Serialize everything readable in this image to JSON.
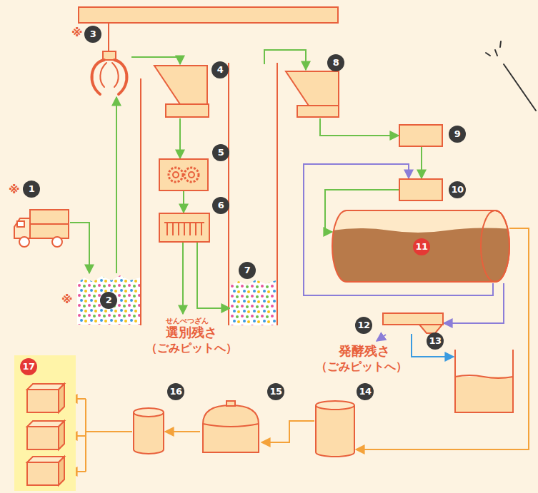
{
  "diagram": {
    "nodes": [
      {
        "text": [
          "1"
        ]
      },
      {
        "text": [
          "2"
        ]
      },
      {
        "text": [
          "3"
        ]
      },
      {
        "text": [
          "4"
        ]
      },
      {
        "text": [
          "5"
        ]
      },
      {
        "text": [
          "6"
        ]
      },
      {
        "text": [
          "7"
        ]
      },
      {
        "text": [
          "8"
        ]
      },
      {
        "text": [
          "9"
        ]
      },
      {
        "text": [
          "10"
        ]
      },
      {
        "text": [
          "11"
        ]
      },
      {
        "text": [
          "12"
        ]
      },
      {
        "text": [
          "13"
        ]
      },
      {
        "text": [
          "14"
        ]
      },
      {
        "text": [
          "15"
        ]
      },
      {
        "text": [
          "16"
        ]
      },
      {
        "text": [
          "17"
        ]
      }
    ],
    "edges": [
      {
        "from": 0,
        "to": 1,
        "arrow": "to"
      },
      {
        "from": 1,
        "to": 2,
        "arrow": "to"
      },
      {
        "from": 2,
        "to": 3,
        "arrow": "to"
      },
      {
        "from": 3,
        "to": 4,
        "arrow": "to"
      },
      {
        "from": 4,
        "to": 5,
        "arrow": "to"
      },
      {
        "from": 5,
        "to": 6,
        "arrow": "to"
      },
      {
        "from": 6,
        "to": 7,
        "arrow": "to"
      },
      {
        "from": 7,
        "to": 8,
        "arrow": "to"
      },
      {
        "from": 8,
        "to": 9,
        "arrow": "to"
      },
      {
        "from": 9,
        "to": 10,
        "arrow": "to"
      },
      {
        "from": 10,
        "to": 9,
        "arrow": "to"
      },
      {
        "from": 10,
        "to": 11,
        "arrow": "to"
      },
      {
        "from": 11,
        "to": 12,
        "arrow": "to"
      },
      {
        "from": 10,
        "to": 13,
        "arrow": "to"
      },
      {
        "from": 13,
        "to": 14,
        "arrow": "to"
      },
      {
        "from": 14,
        "to": 15,
        "arrow": "to"
      },
      {
        "from": 15,
        "to": 16,
        "arrow": "to"
      }
    ],
    "labels": [
      "※",
      "※",
      "※",
      "せんべつざん",
      "選別残さ",
      "（ごみピットへ）",
      "発酵残さ",
      "（ごみピットへ）"
    ]
  }
}
